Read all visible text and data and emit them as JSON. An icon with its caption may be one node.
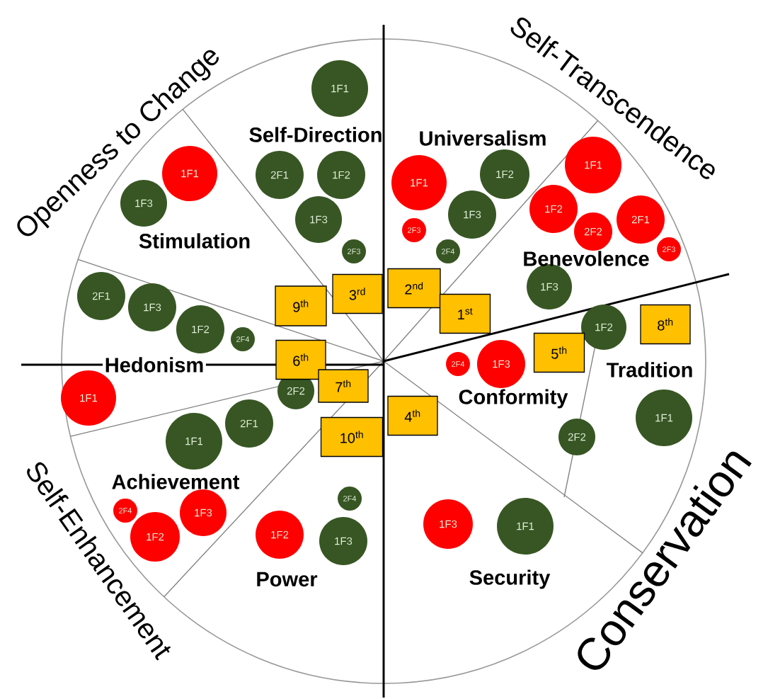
{
  "diagram": {
    "nodes": [
      {
        "text": [
          "1F1"
        ]
      },
      {
        "text": [
          "2F1"
        ]
      },
      {
        "text": [
          "1F2"
        ]
      },
      {
        "text": [
          "1F3"
        ]
      },
      {
        "text": [
          "2F3"
        ]
      },
      {
        "text": [
          "1F1"
        ]
      },
      {
        "text": [
          "1F3"
        ]
      },
      {
        "text": [
          "1F1"
        ]
      },
      {
        "text": [
          "1F2"
        ]
      },
      {
        "text": [
          "1F3"
        ]
      },
      {
        "text": [
          "2F3"
        ]
      },
      {
        "text": [
          "2F4"
        ]
      },
      {
        "text": [
          "1F1"
        ]
      },
      {
        "text": [
          "1F2"
        ]
      },
      {
        "text": [
          "2F2"
        ]
      },
      {
        "text": [
          "2F1"
        ]
      },
      {
        "text": [
          "2F3"
        ]
      },
      {
        "text": [
          "1F3"
        ]
      },
      {
        "text": [
          "2F1"
        ]
      },
      {
        "text": [
          "1F3"
        ]
      },
      {
        "text": [
          "1F2"
        ]
      },
      {
        "text": [
          "2F4"
        ]
      },
      {
        "text": [
          "1F1"
        ]
      },
      {
        "text": [
          "1F1"
        ]
      },
      {
        "text": [
          "2F1"
        ]
      },
      {
        "text": [
          "2F2"
        ]
      },
      {
        "text": [
          "2F4"
        ]
      },
      {
        "text": [
          "1F2"
        ]
      },
      {
        "text": [
          "1F3"
        ]
      },
      {
        "text": [
          "1F2"
        ]
      },
      {
        "text": [
          "2F4"
        ]
      },
      {
        "text": [
          "1F3"
        ]
      },
      {
        "text": [
          "2F4"
        ]
      },
      {
        "text": [
          "1F3"
        ]
      },
      {
        "text": [
          "1F2"
        ]
      },
      {
        "text": [
          "2F2"
        ]
      },
      {
        "text": [
          "1F1"
        ]
      },
      {
        "text": [
          "1F3"
        ]
      },
      {
        "text": [
          "1F1"
        ]
      },
      {
        "text": [
          "9$^{th}$"
        ]
      },
      {
        "text": [
          "3$^{rd}$"
        ]
      },
      {
        "text": [
          "2$^{nd}$"
        ]
      },
      {
        "text": [
          "1$^{st}$"
        ]
      },
      {
        "text": [
          "6$^{th}$"
        ]
      },
      {
        "text": [
          "7$^{th}$"
        ]
      },
      {
        "text": [
          "10$^{th}$"
        ]
      },
      {
        "text": [
          "4$^{th}$"
        ]
      },
      {
        "text": [
          "5$^{th}$"
        ]
      },
      {
        "text": [
          "8$^{th}$"
        ]
      }
    ],
    "labels": [
      "Openness to Change",
      "Self-Transcendence",
      "Self-Direction",
      "Universalism",
      "Stimulation",
      "Benevolence",
      "Hedonism",
      "Tradition",
      "Conformity",
      "Achievement",
      "Power",
      "Security",
      "Self-Enhancement",
      "Conservation"
    ]
  }
}
